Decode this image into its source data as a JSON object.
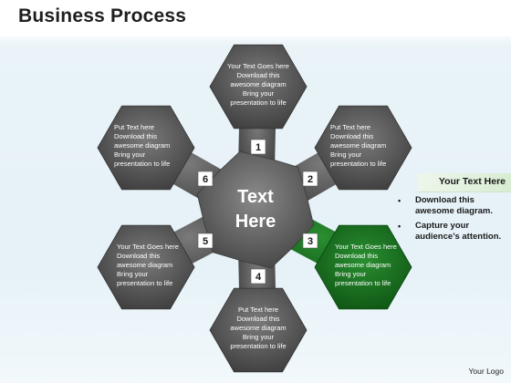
{
  "title": "Business Process",
  "center": {
    "line1": "Text",
    "line2": "Here"
  },
  "colors": {
    "segment": "#5f5f5f",
    "segment_dark": "#3c3c3c",
    "highlight": "#1e7a25",
    "highlight_dark": "#0f5614",
    "center": "#6e6e6e",
    "header_bg": "#d8ecd2"
  },
  "segments": [
    {
      "num": "1",
      "lines": [
        "Your Text Goes here",
        "Download this",
        "awesome diagram",
        "Bring your",
        "presentation to life"
      ]
    },
    {
      "num": "2",
      "lines": [
        "Put Text here",
        "Download this",
        "awesome diagram",
        "Bring your",
        "presentation to life"
      ]
    },
    {
      "num": "3",
      "lines": [
        "Your Text Goes here",
        "Download this",
        "awesome diagram",
        "Bring your",
        "presentation to life"
      ],
      "highlighted": true
    },
    {
      "num": "4",
      "lines": [
        "Put Text here",
        "Download this",
        "awesome diagram",
        "Bring your",
        "presentation to life"
      ]
    },
    {
      "num": "5",
      "lines": [
        "Your Text Goes here",
        "Download this",
        "awesome diagram",
        "Bring your",
        "presentation to life"
      ]
    },
    {
      "num": "6",
      "lines": [
        "Put Text here",
        "Download this",
        "awesome diagram",
        "Bring your",
        "presentation to life"
      ]
    }
  ],
  "side_panel": {
    "header": "Your Text Here",
    "bullets": [
      [
        "Download this",
        "awesome diagram."
      ],
      [
        "Capture your",
        "audience’s attention."
      ]
    ]
  },
  "logo": "Your Logo"
}
